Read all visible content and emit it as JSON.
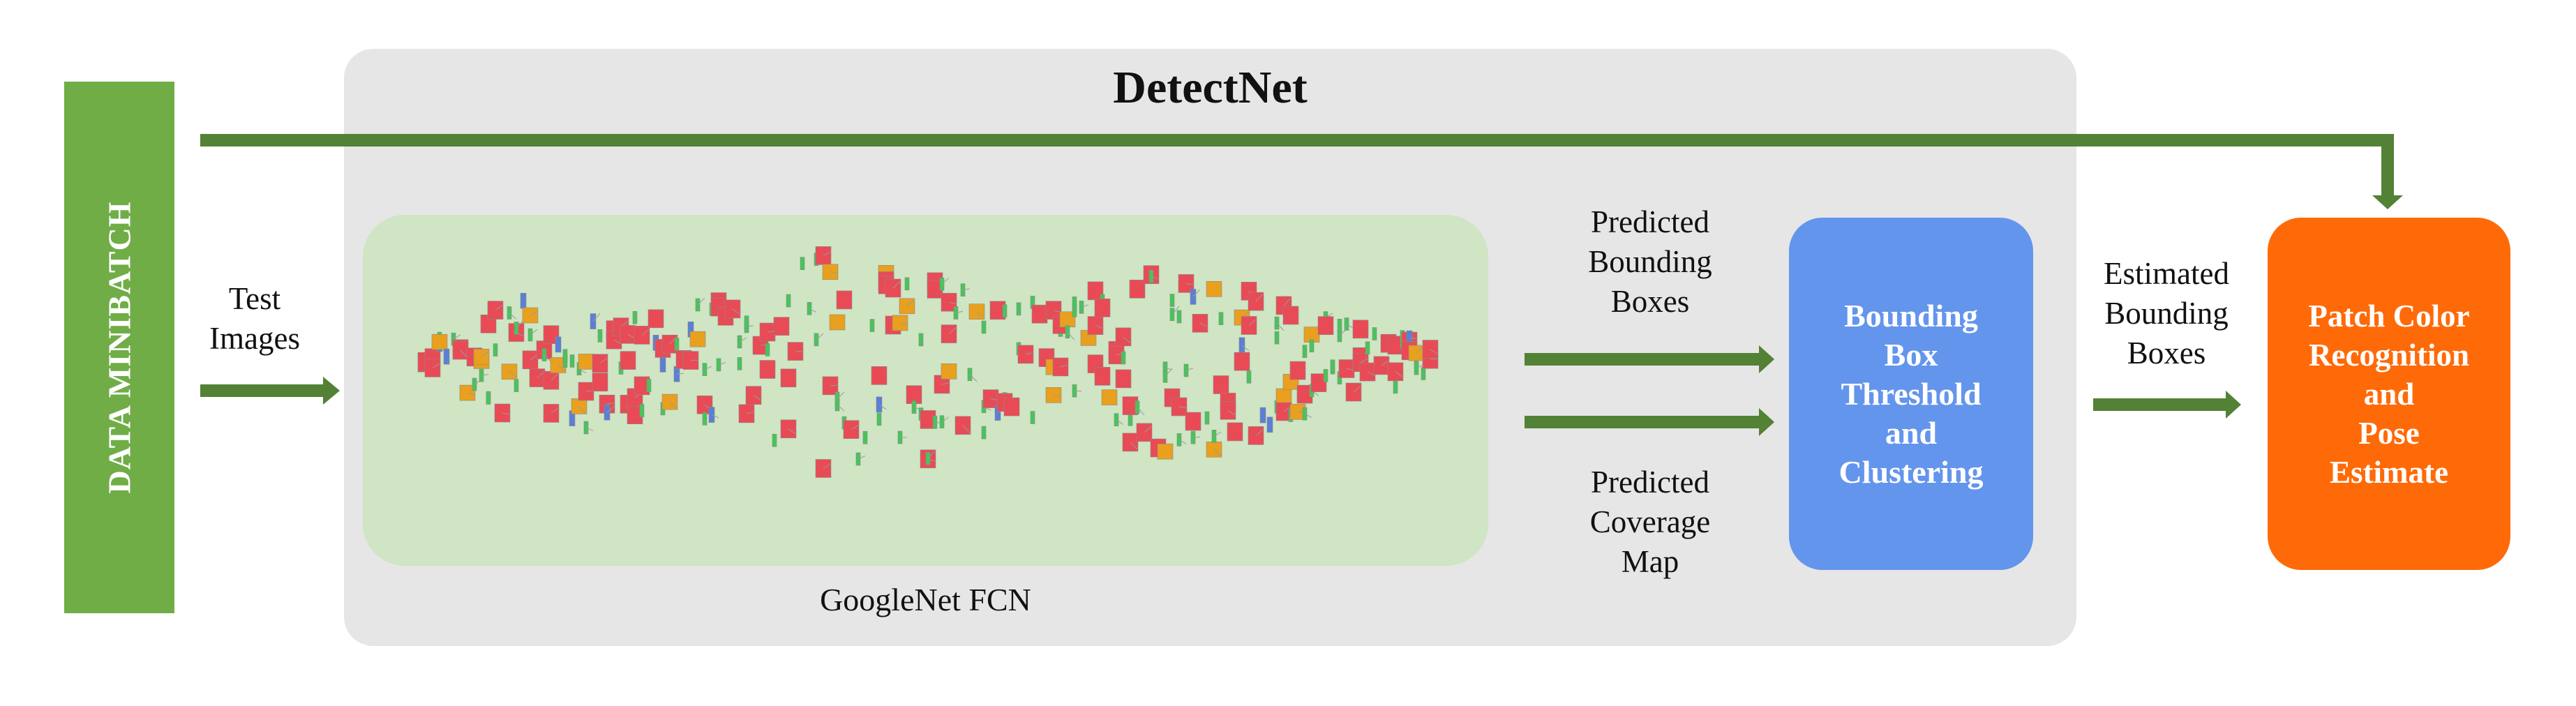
{
  "data_minibatch": {
    "label": "DATA MINIBATCH"
  },
  "detectnet": {
    "title": "DetectNet"
  },
  "inputs": {
    "test_images": [
      "Test",
      "Images"
    ]
  },
  "fcn": {
    "label": "GoogleNet FCN"
  },
  "outputs": {
    "predicted_bounding_boxes": [
      "Predicted",
      "Bounding",
      "Boxes"
    ],
    "predicted_coverage_map": [
      "Predicted",
      "Coverage",
      "Map"
    ],
    "estimated_bounding_boxes": [
      "Estimated",
      "Bounding",
      "Boxes"
    ]
  },
  "bbox_block": {
    "lines": [
      "Bounding",
      "Box",
      "Threshold",
      "and",
      "Clustering"
    ]
  },
  "patch_block": {
    "lines": [
      "Patch Color",
      "Recognition",
      "and",
      "Pose",
      "Estimate"
    ]
  },
  "colors": {
    "minibatch": "#70ad47",
    "arrow": "#538135",
    "detectnet_panel": "#e6e6e6",
    "fcn_panel": "#cfe5c4",
    "bbox_block": "#6495ed",
    "patch_block": "#ff6a08",
    "layer_conv": "#e84b55",
    "layer_pool": "#e8a01e",
    "layer_concat": "#5b7fd6",
    "layer_relu": "#48c45a"
  }
}
